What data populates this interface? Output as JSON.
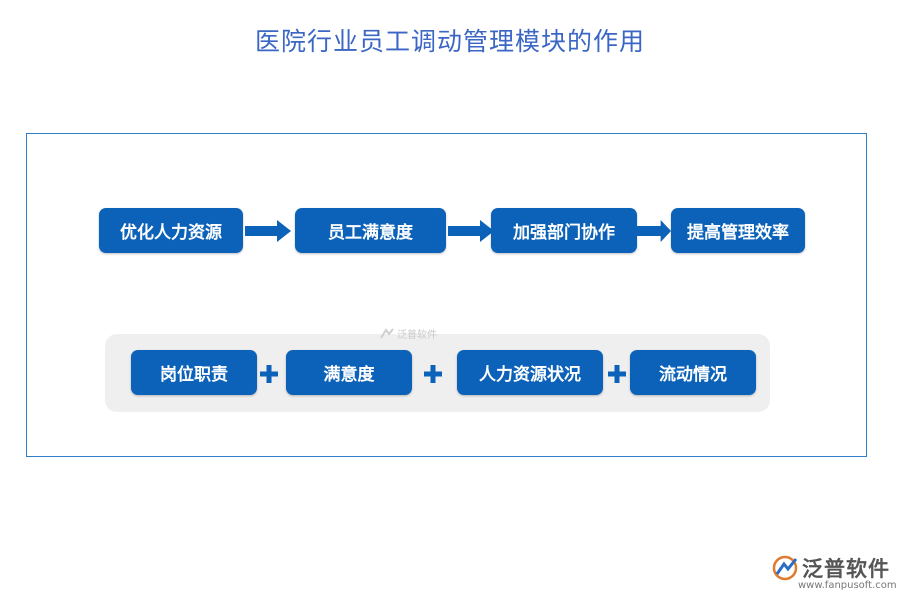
{
  "title": "医院行业员工调动管理模块的作用",
  "flow_top": [
    {
      "label": "优化人力资源"
    },
    {
      "label": "员工满意度"
    },
    {
      "label": "加强部门协作"
    },
    {
      "label": "提高管理效率"
    }
  ],
  "flow_bottom": [
    {
      "label": "岗位职责"
    },
    {
      "label": "满意度"
    },
    {
      "label": "人力资源状况"
    },
    {
      "label": "流动情况"
    }
  ],
  "watermark": {
    "text": "泛普软件"
  },
  "brand": {
    "name": "泛普软件",
    "url": "www.fanpusoft.com"
  },
  "colors": {
    "box_fill": "#0b62b8",
    "title": "#3b66c4",
    "frame_border": "#2f7fc8",
    "panel": "#efefef"
  }
}
